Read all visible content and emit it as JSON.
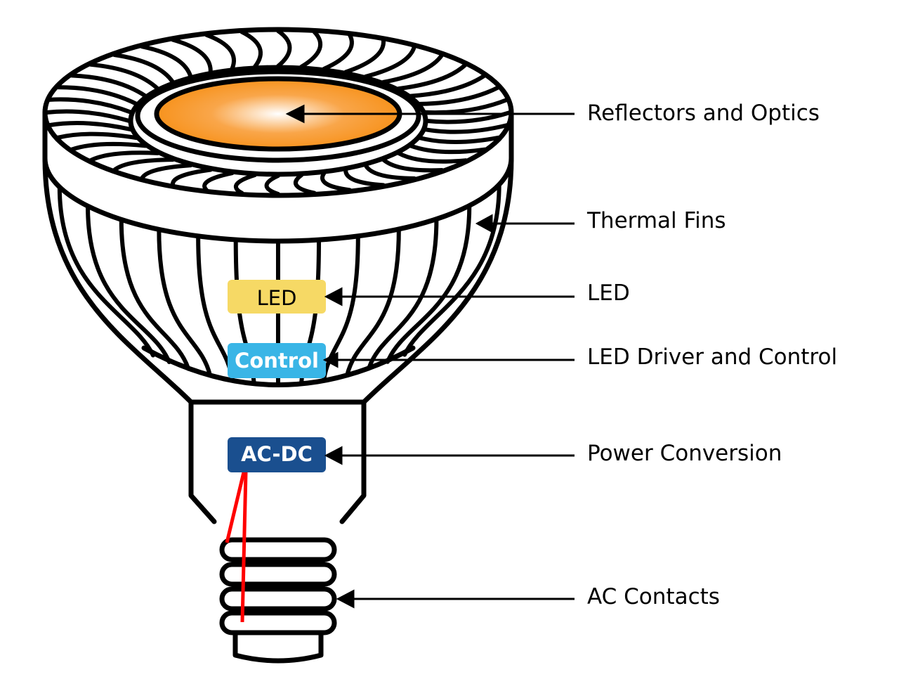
{
  "labels": {
    "reflectors": "Reflectors and Optics",
    "fins": "Thermal Fins",
    "led": "LED",
    "driver": "LED Driver and Control",
    "power": "Power Conversion",
    "contacts": "AC Contacts"
  },
  "boxes": {
    "led": {
      "text": "LED",
      "color": "#f6d965",
      "text_color": "#000000"
    },
    "control": {
      "text": "Control",
      "color": "#39b5e6",
      "text_color": "#ffffff"
    },
    "acdc": {
      "text": "AC-DC",
      "color": "#1a4f8f",
      "text_color": "#ffffff"
    }
  },
  "colors": {
    "lens": "#f7931e",
    "wire": "#ff0000",
    "stroke": "#000000"
  }
}
